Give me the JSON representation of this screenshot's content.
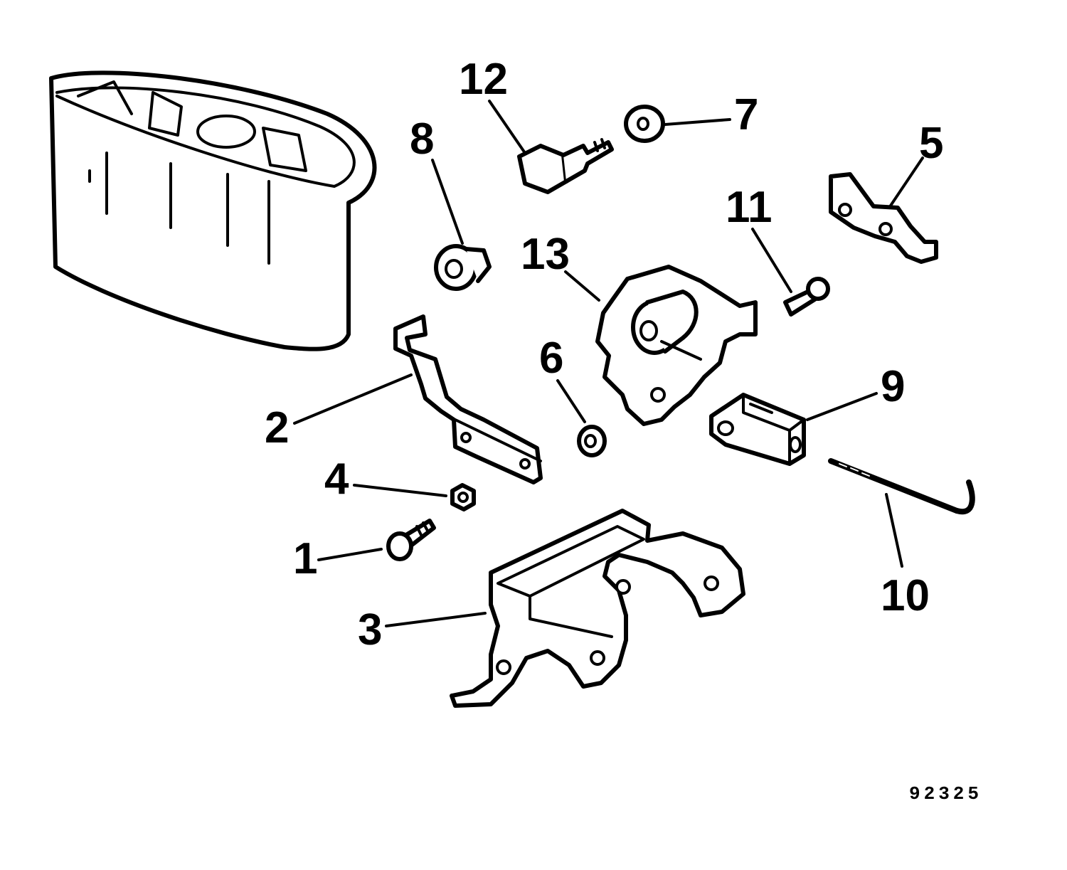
{
  "figure_number": "92325",
  "callouts": [
    {
      "id": "1",
      "label": "1"
    },
    {
      "id": "2",
      "label": "2"
    },
    {
      "id": "3",
      "label": "3"
    },
    {
      "id": "4",
      "label": "4"
    },
    {
      "id": "5",
      "label": "5"
    },
    {
      "id": "6",
      "label": "6"
    },
    {
      "id": "7",
      "label": "7"
    },
    {
      "id": "8",
      "label": "8"
    },
    {
      "id": "9",
      "label": "9"
    },
    {
      "id": "10",
      "label": "10"
    },
    {
      "id": "11",
      "label": "11"
    },
    {
      "id": "12",
      "label": "12"
    },
    {
      "id": "13",
      "label": "13"
    }
  ]
}
